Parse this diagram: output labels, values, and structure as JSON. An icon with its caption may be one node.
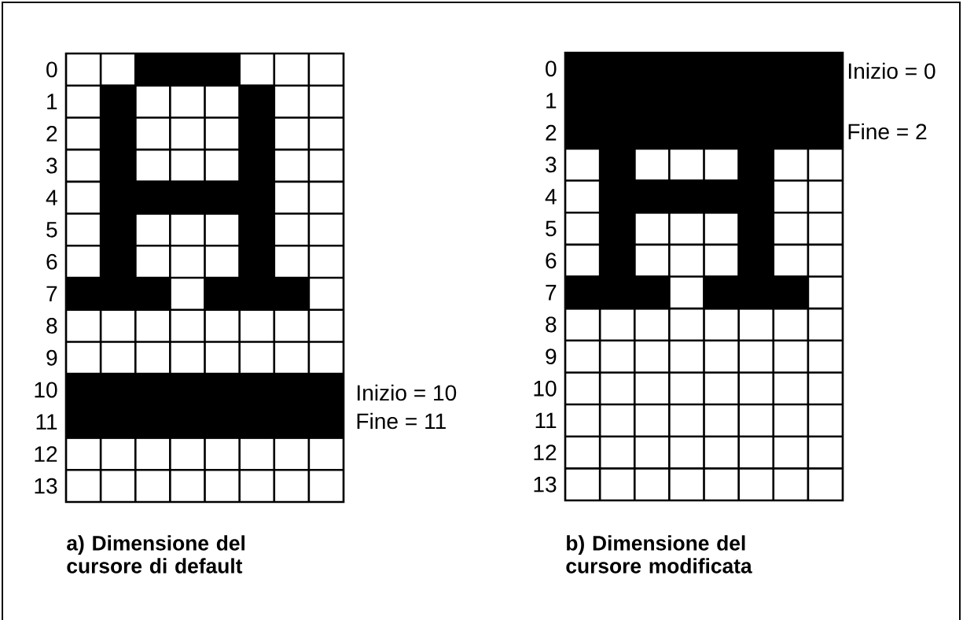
{
  "diagram": {
    "labels": [
      "0",
      "1",
      "2",
      "3",
      "4",
      "5",
      "6",
      "7",
      "8",
      "9",
      "10",
      "11",
      "12",
      "13",
      "Inizio = 10",
      "Fine = 11",
      "a) Dimensione del cursore di default",
      "0",
      "1",
      "2",
      "3",
      "4",
      "5",
      "6",
      "7",
      "8",
      "9",
      "10",
      "11",
      "12",
      "13",
      "Inizio = 0",
      "Fine = 2",
      "b) Dimensione del cursore modificata"
    ]
  }
}
